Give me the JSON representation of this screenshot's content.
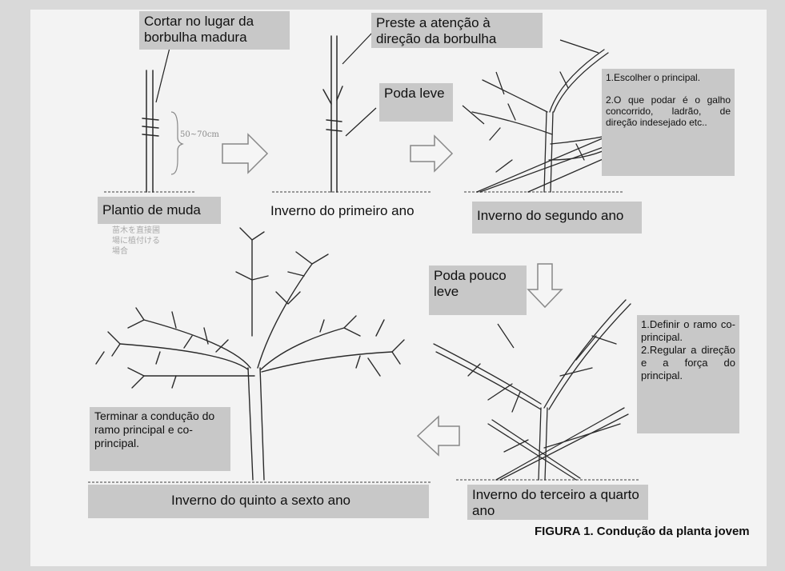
{
  "labels": {
    "cut_bud": "Cortar no lugar da borbulha madura",
    "bud_direction": "Preste a atenção à direção da borbulha",
    "light_pruning": "Poda leve",
    "little_pruning": "Poda pouco leve",
    "finish_training": "Terminar a condução do ramo principal e co-principal."
  },
  "notes": {
    "second_year": [
      "1.Escolher o principal.",
      "2.O que podar é o galho concorrido, ladrão, de direção indesejado etc.."
    ],
    "third_year": [
      "1.Definir o ramo co-principal.",
      "2.Regular a direção e a força do principal."
    ]
  },
  "stages": {
    "planting": "Plantio de muda",
    "first_winter": "Inverno do primeiro ano",
    "second_winter": "Inverno do segundo ano",
    "third_winter": "Inverno do terceiro a quarto ano",
    "fifth_winter": "Inverno do quinto a sexto ano"
  },
  "measurement": "50~70cm",
  "japanese_note": [
    "苗木を直接圃",
    "場に植付ける",
    "場合"
  ],
  "caption": "FIGURA 1. Condução da planta jovem"
}
